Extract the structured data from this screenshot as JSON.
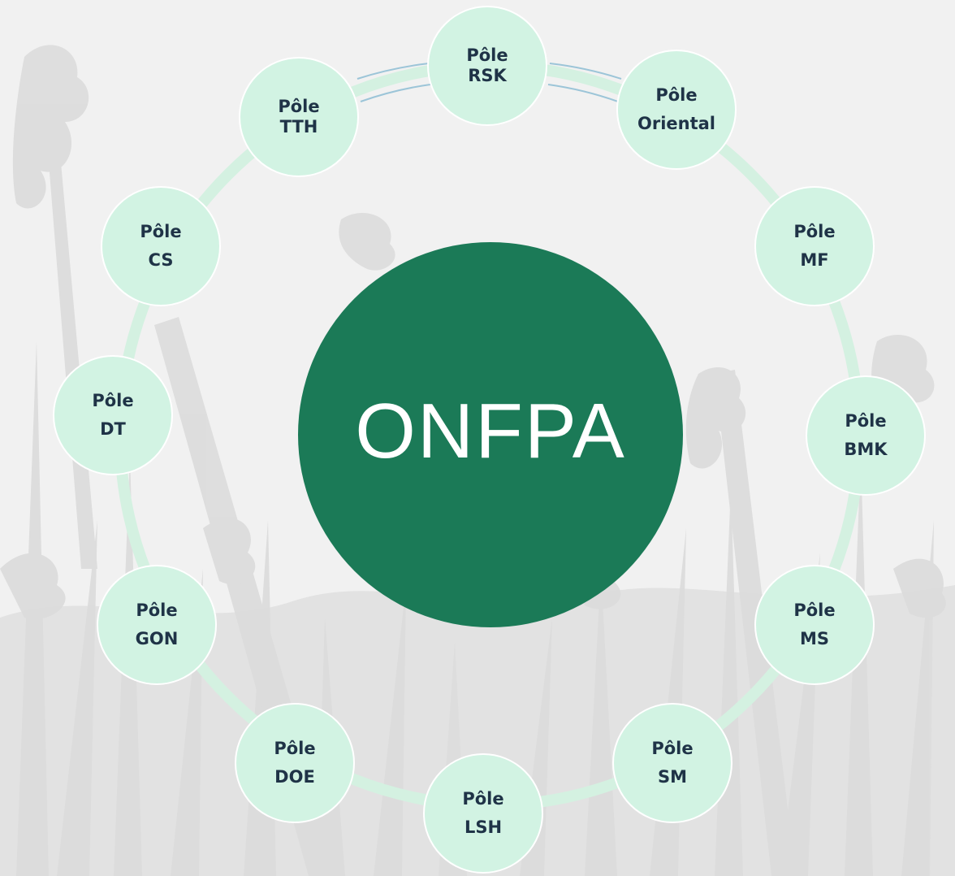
{
  "center": {
    "label": "ONFPA"
  },
  "poles": [
    {
      "title": "Pôle",
      "code": "RSK"
    },
    {
      "title": "Pôle",
      "code": "Oriental"
    },
    {
      "title": "Pôle",
      "code": "MF"
    },
    {
      "title": "Pôle",
      "code": "BMK"
    },
    {
      "title": "Pôle",
      "code": "MS"
    },
    {
      "title": "Pôle",
      "code": "SM"
    },
    {
      "title": "Pôle",
      "code": "LSH"
    },
    {
      "title": "Pôle",
      "code": "DOE"
    },
    {
      "title": "Pôle",
      "code": "GON"
    },
    {
      "title": "Pôle",
      "code": "DT"
    },
    {
      "title": "Pôle",
      "code": "CS"
    },
    {
      "title": "Pôle",
      "code": "TTH"
    }
  ],
  "colors": {
    "center_fill": "#1b7a57",
    "node_fill": "#d2f3e3",
    "ring": "#d4f1e1",
    "background": "#f1f1f1",
    "text": "#1f3347"
  }
}
